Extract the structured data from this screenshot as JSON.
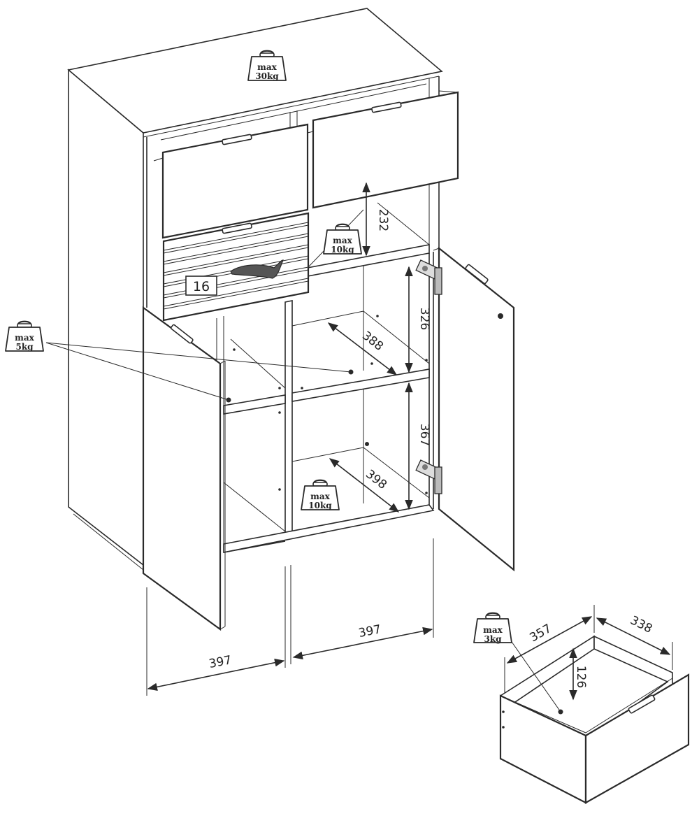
{
  "weights": {
    "top": {
      "max": "max",
      "value": "30kg"
    },
    "left_shelf": {
      "max": "max",
      "value": "5kg"
    },
    "upper_shelf": {
      "max": "max",
      "value": "10kg"
    },
    "bottom_shelf": {
      "max": "max",
      "value": "10kg"
    },
    "drawer": {
      "max": "max",
      "value": "3kg"
    }
  },
  "dimensions": {
    "drawer_gap_height": "232",
    "upper_compartment_height": "326",
    "upper_shelf_depth": "388",
    "lower_compartment_height": "367",
    "lower_shelf_depth": "398",
    "left_width": "397",
    "right_width": "397",
    "drawer_width": "357",
    "drawer_depth": "338",
    "drawer_height": "126"
  },
  "part_label": "16"
}
